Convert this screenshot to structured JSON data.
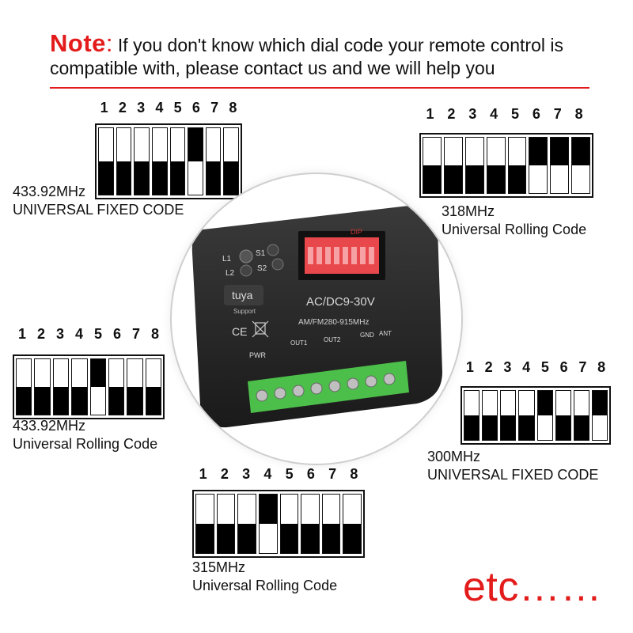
{
  "note": {
    "label": "Note",
    "colon": ":",
    "text_line1": " If you don't know which dial code your remote control is",
    "text_line2": "compatible with, please contact us and we will help you"
  },
  "colors": {
    "accent_red": "#e31b1b",
    "terminal_green": "#4cbf4a",
    "dip_red": "#e8474b",
    "device_body": "#232323"
  },
  "dip_codes": [
    {
      "id": "a",
      "numbers": [
        "1",
        "2",
        "3",
        "4",
        "5",
        "6",
        "7",
        "8"
      ],
      "states": [
        0,
        0,
        0,
        0,
        0,
        1,
        0,
        0
      ],
      "freq": "433.92MHz",
      "name": "UNIVERSAL FIXED CODE"
    },
    {
      "id": "b",
      "numbers": [
        "1",
        "2",
        "3",
        "4",
        "5",
        "6",
        "7",
        "8"
      ],
      "states": [
        0,
        0,
        0,
        0,
        0,
        1,
        1,
        1
      ],
      "freq": "318MHz",
      "name": "Universal Rolling Code"
    },
    {
      "id": "c",
      "numbers": [
        "1",
        "2",
        "3",
        "4",
        "5",
        "6",
        "7",
        "8"
      ],
      "states": [
        0,
        0,
        0,
        0,
        1,
        0,
        0,
        0
      ],
      "freq": "433.92MHz",
      "name": "Universal Rolling Code"
    },
    {
      "id": "d",
      "numbers": [
        "1",
        "2",
        "3",
        "4",
        "5",
        "6",
        "7",
        "8"
      ],
      "states": [
        0,
        0,
        0,
        0,
        1,
        0,
        0,
        1
      ],
      "freq": "300MHz",
      "name": "UNIVERSAL FIXED CODE"
    },
    {
      "id": "e",
      "numbers": [
        "1",
        "2",
        "3",
        "4",
        "5",
        "6",
        "7",
        "8"
      ],
      "states": [
        0,
        0,
        0,
        1,
        0,
        0,
        0,
        0
      ],
      "freq": "315MHz",
      "name": "Universal Rolling Code"
    }
  ],
  "device": {
    "led1": "L1",
    "led2": "L2",
    "btn1": "S1",
    "btn2": "S2",
    "brand": "tuya",
    "brand_sub": "Support",
    "power": "AC/DC9-30V",
    "freq": "AM/FM280-915MHz",
    "ce": "CE",
    "dip": "DIP",
    "pwr": "PWR",
    "out1": "OUT1",
    "out2": "OUT2",
    "gnd": "GND",
    "ant": "ANT"
  },
  "etc": "etc……"
}
